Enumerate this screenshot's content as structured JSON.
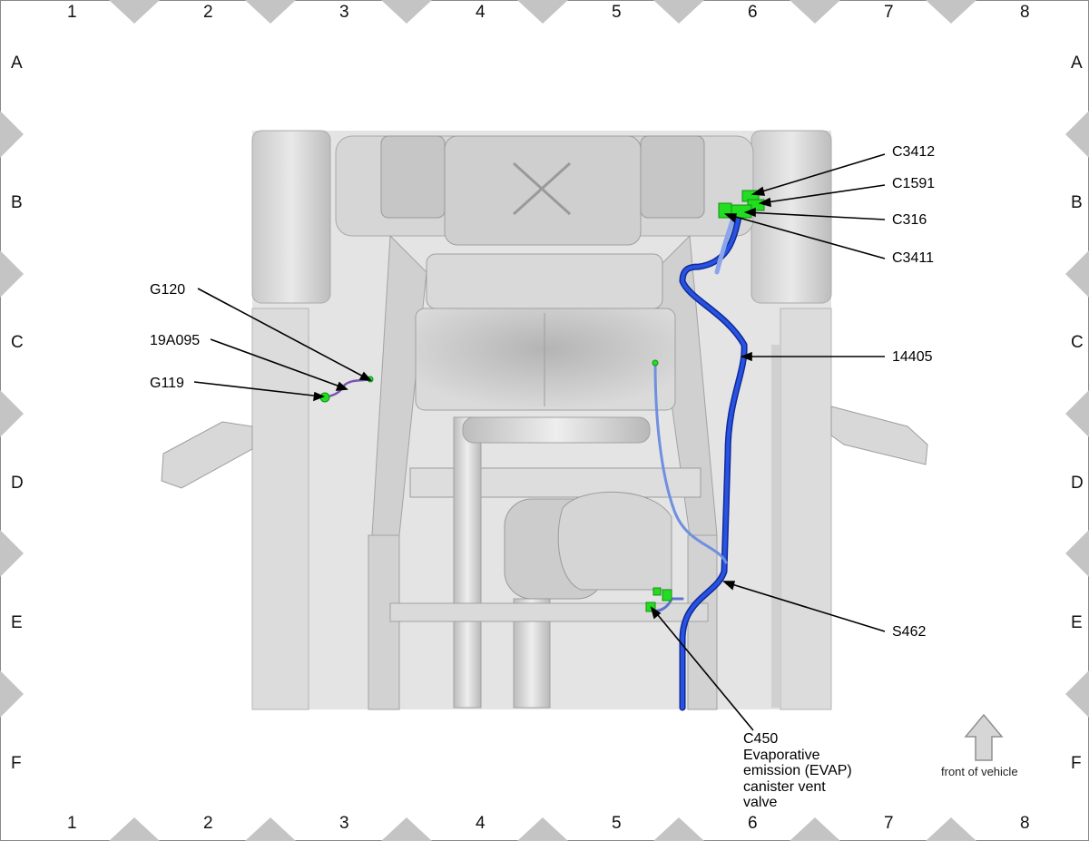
{
  "grid": {
    "columns": [
      "1",
      "2",
      "3",
      "4",
      "5",
      "6",
      "7",
      "8"
    ],
    "rows": [
      "A",
      "B",
      "C",
      "D",
      "E",
      "F"
    ]
  },
  "callouts": {
    "c3412": "C3412",
    "c1591": "C1591",
    "c316": "C316",
    "c3411": "C3411",
    "g120": "G120",
    "a19a095": "19A095",
    "g119": "G119",
    "h14405": "14405",
    "s462": "S462",
    "c450_lines": [
      "C450",
      "Evaporative",
      "emission (EVAP)",
      "canister vent",
      "valve"
    ]
  },
  "orientation": {
    "label": "front of vehicle"
  },
  "colors": {
    "connector": "#22dd22",
    "harness_main": "#1a3fd0",
    "harness_light": "#6f8fe0",
    "branch_purple": "#7a55b0",
    "body_gray": "#c8c8c8",
    "marker_gray": "#c4c4c4"
  }
}
